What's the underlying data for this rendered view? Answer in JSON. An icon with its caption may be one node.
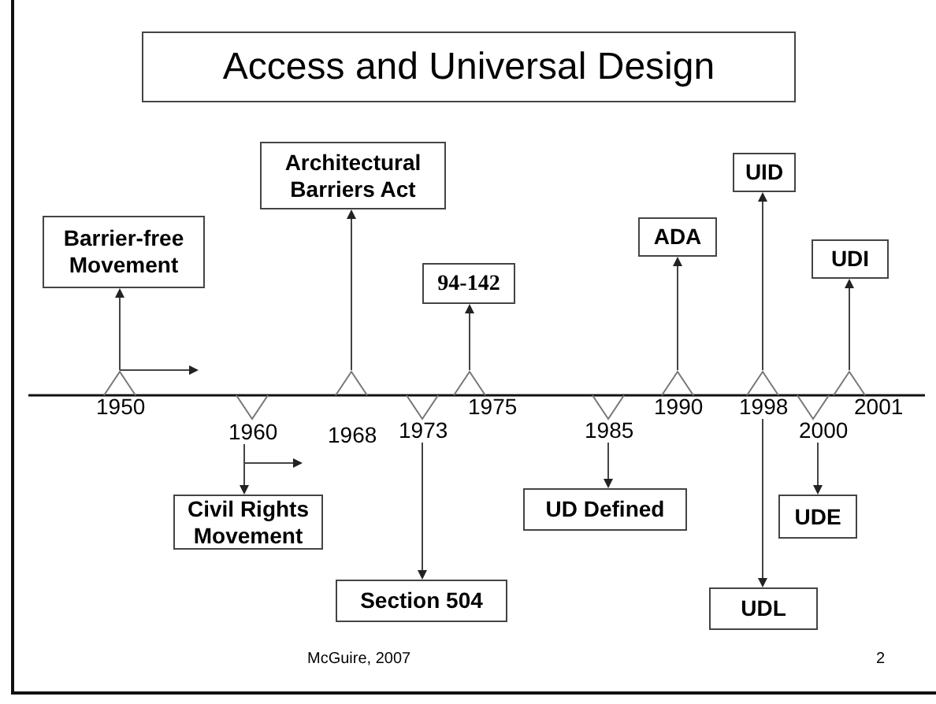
{
  "diagram": {
    "title": "Access and Universal Design",
    "nodes": [
      {
        "text": [
          "Barrier-free Movement"
        ]
      },
      {
        "text": [
          "Architectural Barriers Act"
        ]
      },
      {
        "text": [
          "94-142"
        ]
      },
      {
        "text": [
          "ADA"
        ]
      },
      {
        "text": [
          "UID"
        ]
      },
      {
        "text": [
          "UDI"
        ]
      },
      {
        "text": [
          "1950"
        ]
      },
      {
        "text": [
          "1960"
        ]
      },
      {
        "text": [
          "1968"
        ]
      },
      {
        "text": [
          "1973"
        ]
      },
      {
        "text": [
          "1975"
        ]
      },
      {
        "text": [
          "1985"
        ]
      },
      {
        "text": [
          "1990"
        ]
      },
      {
        "text": [
          "1998"
        ]
      },
      {
        "text": [
          "2000"
        ]
      },
      {
        "text": [
          "2001"
        ]
      },
      {
        "text": [
          "Civil Rights Movement"
        ]
      },
      {
        "text": [
          "UD Defined"
        ]
      },
      {
        "text": [
          "UDE"
        ]
      },
      {
        "text": [
          "Section 504"
        ]
      },
      {
        "text": [
          "UDL"
        ]
      }
    ],
    "edges": [
      {
        "from": 6,
        "to": 0,
        "arrow": "to"
      },
      {
        "from": 6,
        "to": null,
        "arrow": "to"
      },
      {
        "from": 7,
        "to": 16,
        "arrow": "to"
      },
      {
        "from": 7,
        "to": null,
        "arrow": "to"
      },
      {
        "from": 8,
        "to": 1,
        "arrow": "to"
      },
      {
        "from": 9,
        "to": 19,
        "arrow": "to"
      },
      {
        "from": 10,
        "to": 2,
        "arrow": "to"
      },
      {
        "from": 11,
        "to": 17,
        "arrow": "to"
      },
      {
        "from": 12,
        "to": 3,
        "arrow": "to"
      },
      {
        "from": 13,
        "to": 4,
        "arrow": "to"
      },
      {
        "from": 13,
        "to": 20,
        "arrow": "to"
      },
      {
        "from": 14,
        "to": 18,
        "arrow": "to"
      },
      {
        "from": 15,
        "to": 5,
        "arrow": "to"
      }
    ],
    "labels": [
      "McGuire, 2007",
      "2"
    ]
  }
}
